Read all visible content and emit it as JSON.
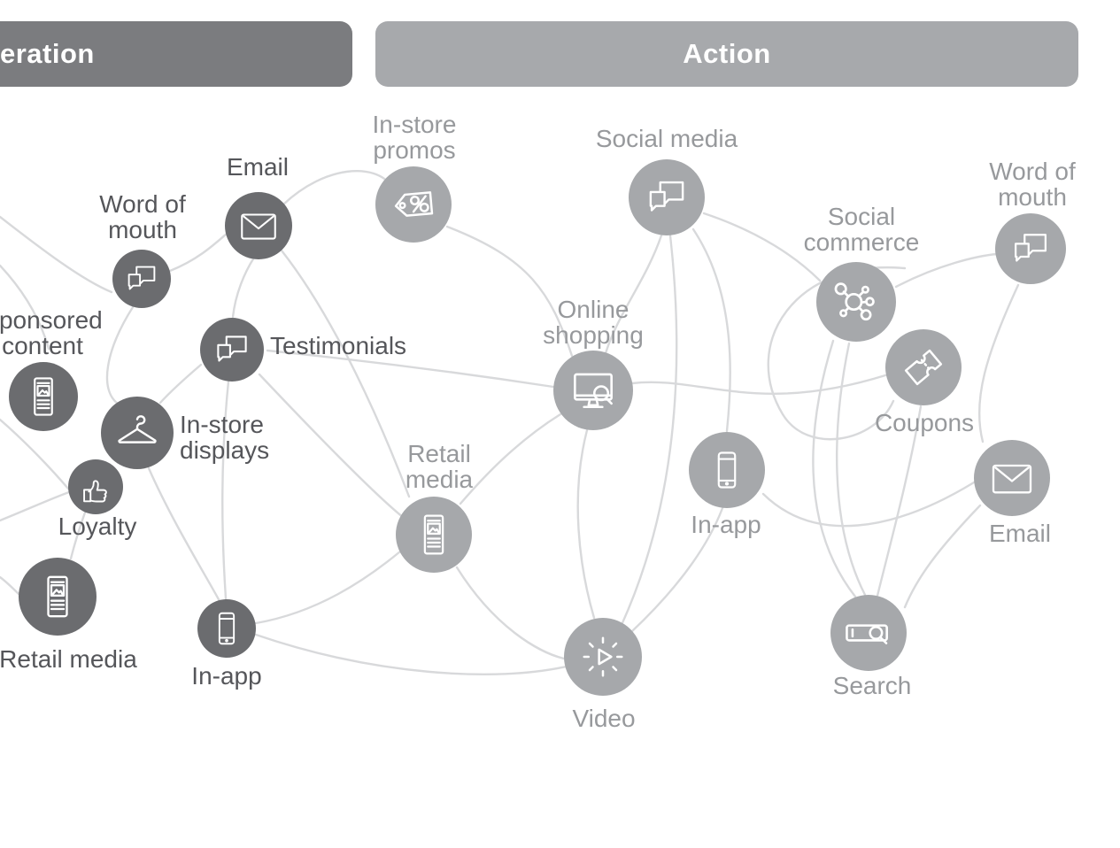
{
  "phases": [
    {
      "label": "eration",
      "full_name_visible": "eration",
      "color": "#7b7c7f"
    },
    {
      "label": "Action",
      "color": "#a7a9ac"
    }
  ],
  "nodes": [
    {
      "id": "email-consideration",
      "label": "Email",
      "phase": "Consideration",
      "icon": "envelope-icon"
    },
    {
      "id": "wom-consideration",
      "label": "Word of\nmouth",
      "phase": "Consideration",
      "icon": "speech-bubbles-icon"
    },
    {
      "id": "sponsored-content",
      "label": "Sponsored\ncontent",
      "phase": "Consideration",
      "icon": "document-icon"
    },
    {
      "id": "testimonials",
      "label": "Testimonials",
      "phase": "Consideration",
      "icon": "speech-bubbles-icon"
    },
    {
      "id": "in-store-displays",
      "label": "In-store\ndisplays",
      "phase": "Consideration",
      "icon": "clothes-hanger-icon"
    },
    {
      "id": "loyalty",
      "label": "Loyalty",
      "phase": "Consideration",
      "icon": "thumbs-up-icon"
    },
    {
      "id": "retail-media-consideration",
      "label": "Retail media",
      "phase": "Consideration",
      "icon": "document-icon"
    },
    {
      "id": "in-app-consideration",
      "label": "In-app",
      "phase": "Consideration",
      "icon": "smartphone-icon"
    },
    {
      "id": "in-store-promos",
      "label": "In-store\npromos",
      "phase": "Action",
      "icon": "price-tag-icon"
    },
    {
      "id": "social-media",
      "label": "Social media",
      "phase": "Action",
      "icon": "speech-bubbles-icon"
    },
    {
      "id": "online-shopping",
      "label": "Online\nshopping",
      "phase": "Action",
      "icon": "monitor-search-icon"
    },
    {
      "id": "retail-media-action",
      "label": "Retail\nmedia",
      "phase": "Action",
      "icon": "document-icon"
    },
    {
      "id": "in-app-action",
      "label": "In-app",
      "phase": "Action",
      "icon": "smartphone-icon"
    },
    {
      "id": "video",
      "label": "Video",
      "phase": "Action",
      "icon": "play-burst-icon"
    },
    {
      "id": "social-commerce",
      "label": "Social\ncommerce",
      "phase": "Action",
      "icon": "network-icon"
    },
    {
      "id": "coupons",
      "label": "Coupons",
      "phase": "Action",
      "icon": "ticket-icon"
    },
    {
      "id": "wom-action",
      "label": "Word of\nmouth",
      "phase": "Action",
      "icon": "speech-bubbles-icon"
    },
    {
      "id": "email-action",
      "label": "Email",
      "phase": "Action",
      "icon": "envelope-icon"
    },
    {
      "id": "search",
      "label": "Search",
      "phase": "Action",
      "icon": "search-bar-icon"
    }
  ],
  "colors": {
    "phase_dark": "#7b7c7f",
    "phase_light": "#a7a9ac",
    "node_dark": "#6b6c6f",
    "node_light": "#a6a8ab",
    "label_dark": "#55565a",
    "label_light": "#97999c",
    "connector": "#d8d9db",
    "icon_stroke": "#ffffff"
  },
  "connectors": {
    "color": "#d8d9db",
    "stroke_width": 2.4,
    "paths": [
      "M 0,245 C 45,280 92,316 126,330",
      "M 0,300 C 28,330 46,362 55,394",
      "M 192,306 C 222,294 240,278 256,264",
      "M 320,231 C 368,186 424,184 442,210",
      "M 505,256 C 598,292 622,330 646,402",
      "M 747,266 C 729,318 699,352 684,399",
      "M 757,266 C 772,400 768,560 702,706",
      "M 783,259 C 830,330 828,420 821,487",
      "M 795,241 C 858,262 900,291 926,317",
      "M 714,433 C 792,424 852,470 1000,424",
      "M 663,486 C 644,560 654,640 671,698",
      "M 633,468 C 582,500 545,540 520,569",
      "M 625,437 C 520,421 400,406 302,396",
      "M 516,641 C 558,708 608,737 637,744",
      "M 289,704 C 358,692 412,656 452,623",
      "M 293,423 C 345,478 420,556 456,585",
      "M 713,714 C 768,662 800,616 816,574",
      "M 1022,303 C 898,292 836,388 884,468 C 912,514 988,500 1009,453",
      "M 941,385 C 912,478 902,592 966,674",
      "M 959,388 C 940,480 936,592 977,672",
      "M 1040,459 C 1026,540 1006,612 991,673",
      "M 1150,322 C 1114,400 1098,452 1110,499",
      "M 1107,571 C 1060,620 1036,652 1022,686",
      "M 1012,324 C 1060,299 1104,289 1126,287",
      "M 150,347 C 119,396 112,440 133,456",
      "M 263,358 C 266,332 276,308 287,291",
      "M 227,412 C 206,430 191,444 181,455",
      "M 258,431 C 249,520 250,600 255,676",
      "M 168,529 C 194,588 230,646 248,679",
      "M 118,526 C 100,564 88,600 80,631",
      "M 0,588 C 30,576 56,564 78,556",
      "M 0,474 C 30,500 60,532 77,552",
      "M 318,283 C 380,362 432,482 462,561",
      "M 289,717 C 420,762 560,772 644,752",
      "M 0,652 C 8,658 14,664 21,671",
      "M 862,558 C 920,615 1010,600 1100,545"
    ]
  }
}
